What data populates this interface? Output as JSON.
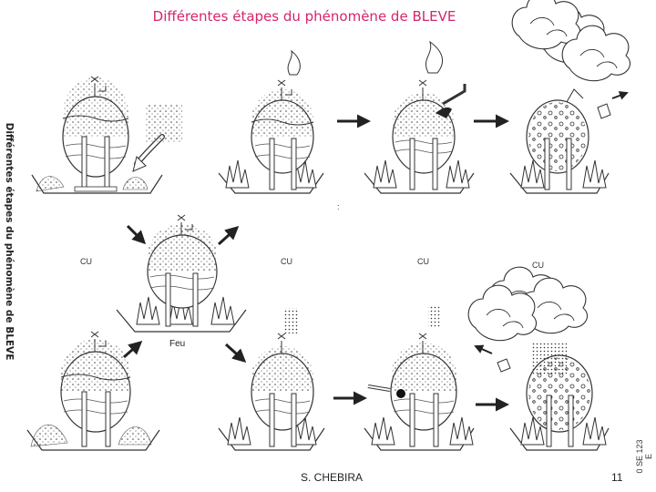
{
  "title": "Différentes étapes du phénomène de BLEVE",
  "side_title": "Différentes étapes du phénomène de BLEVE",
  "reference_code": "0 SE 123 E",
  "fire_label": "Feu",
  "marker_labels": [
    "CU",
    "CU",
    "CU",
    "CU"
  ],
  "footer": {
    "author": "S. CHEBIRA",
    "page": "11"
  },
  "colors": {
    "title": "#d6246e",
    "ink": "#333333"
  }
}
